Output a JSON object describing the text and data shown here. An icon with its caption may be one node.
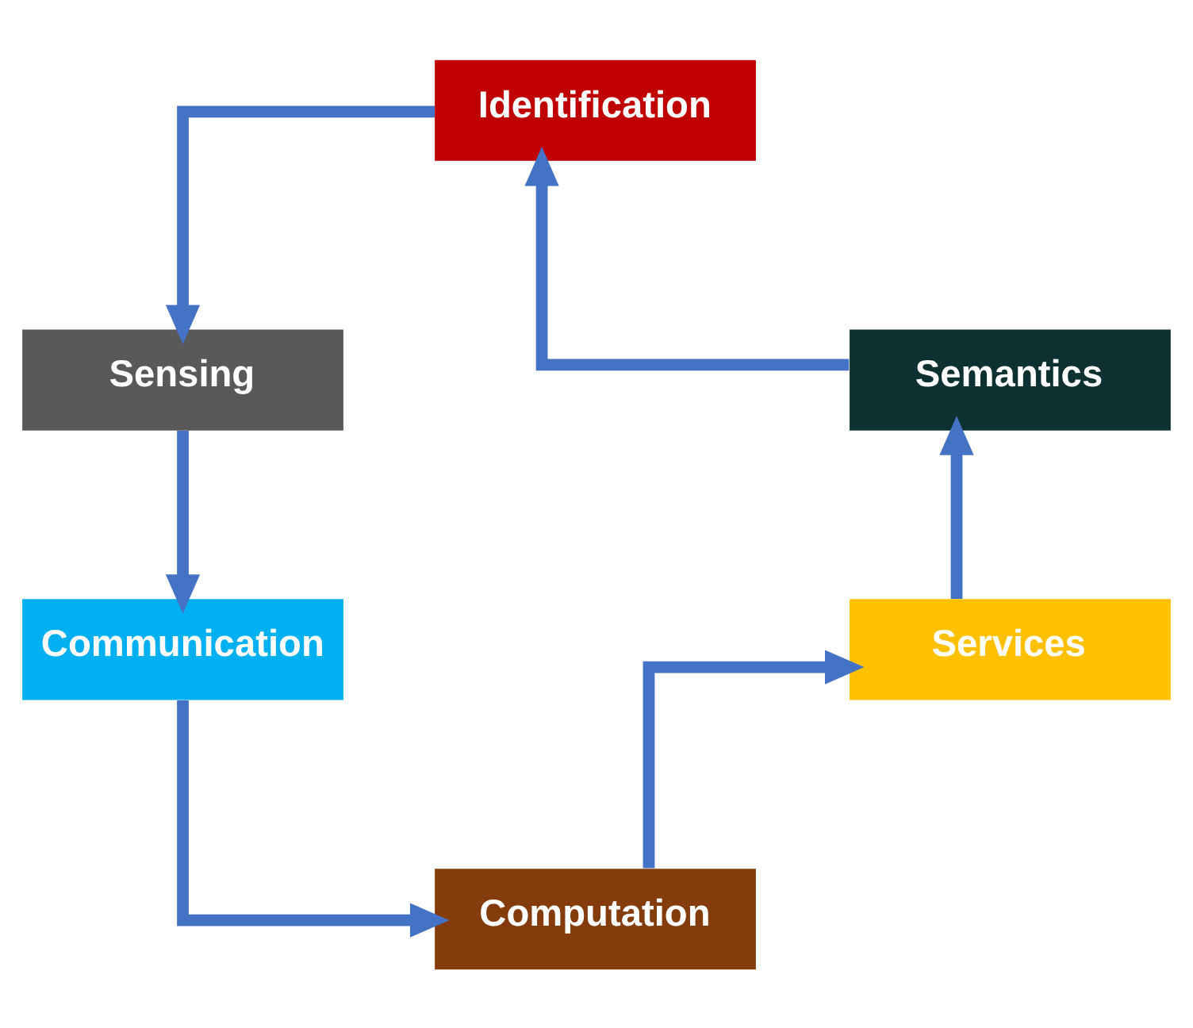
{
  "diagram": {
    "nodes": [
      {
        "text": [
          "Identification"
        ]
      },
      {
        "text": [
          "Sensing"
        ]
      },
      {
        "text": [
          "Communication"
        ]
      },
      {
        "text": [
          "Computation"
        ]
      },
      {
        "text": [
          "Services"
        ]
      },
      {
        "text": [
          "Semantics"
        ]
      }
    ],
    "edges": [
      {
        "from": 0,
        "to": 1,
        "arrow": "to"
      },
      {
        "from": 1,
        "to": 2,
        "arrow": "to"
      },
      {
        "from": 2,
        "to": 3,
        "arrow": "to"
      },
      {
        "from": 3,
        "to": 4,
        "arrow": "to"
      },
      {
        "from": 4,
        "to": 5,
        "arrow": "to"
      },
      {
        "from": 5,
        "to": 0,
        "arrow": "to"
      }
    ]
  }
}
